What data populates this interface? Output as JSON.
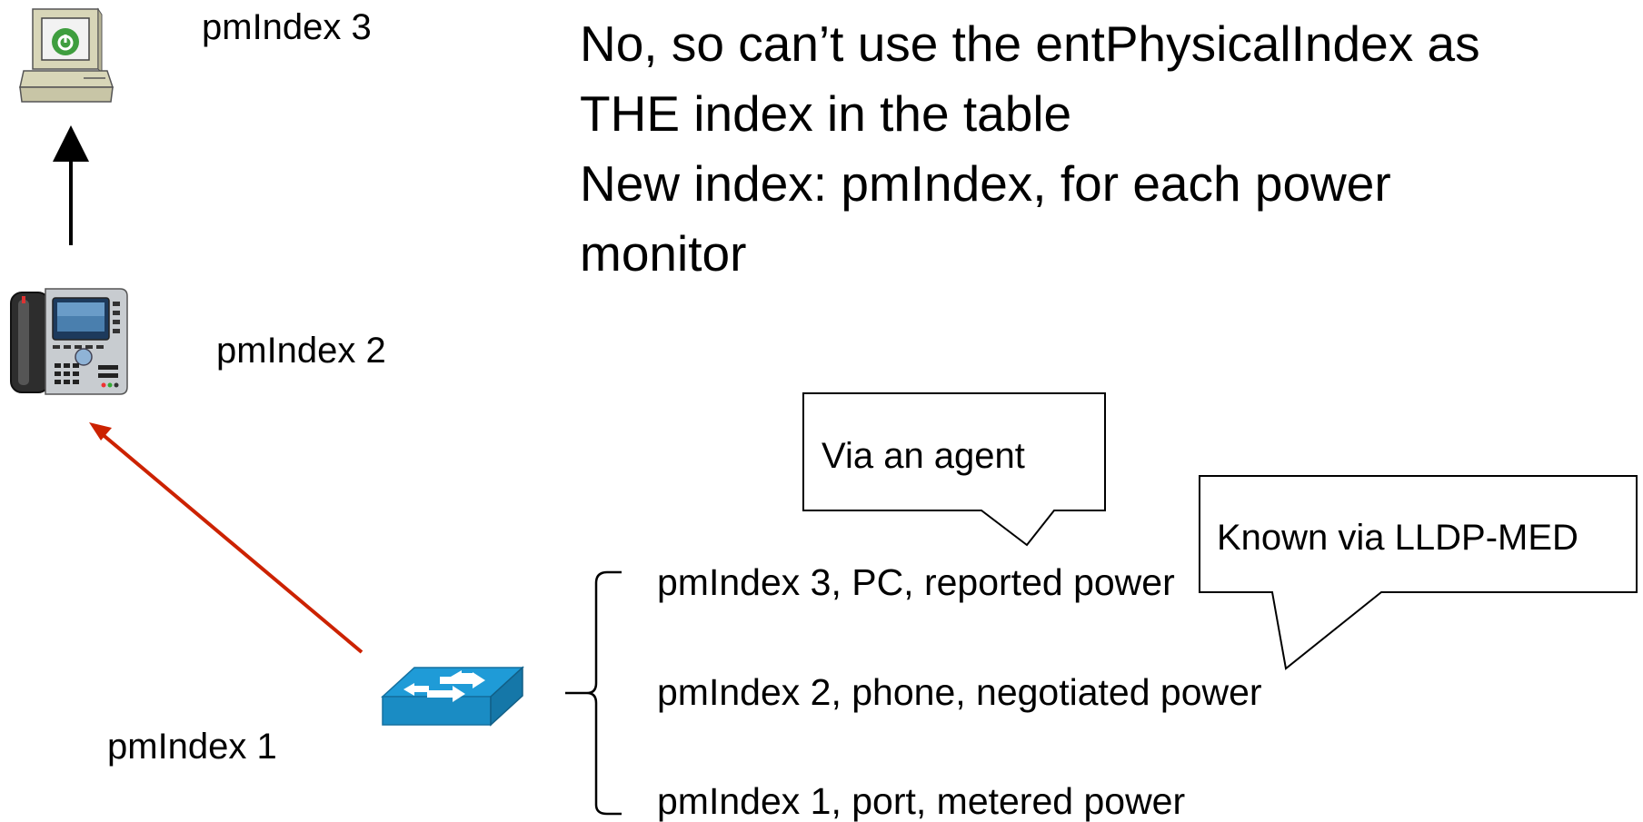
{
  "title_lines": [
    "No, so can’t use the entPhysicalIndex as",
    "THE index in the table",
    "New index: pmIndex, for each power",
    "monitor"
  ],
  "device_labels": {
    "pc": "pmIndex 3",
    "phone": "pmIndex 2",
    "switch": "pmIndex 1"
  },
  "rows": [
    "pmIndex 3, PC, reported power",
    "pmIndex 2, phone, negotiated power",
    "pmIndex 1, port, metered power"
  ],
  "callouts": {
    "agent": "Via an agent",
    "lldp": "Known via LLDP-MED"
  },
  "colors": {
    "red_arrow": "#cc2200",
    "black_arrow": "#000000",
    "switch_blue": "#2aa6dc",
    "pc_beige": "#d8d6b8"
  },
  "icons": [
    "pc-icon",
    "ip-phone-icon",
    "switch-icon"
  ]
}
